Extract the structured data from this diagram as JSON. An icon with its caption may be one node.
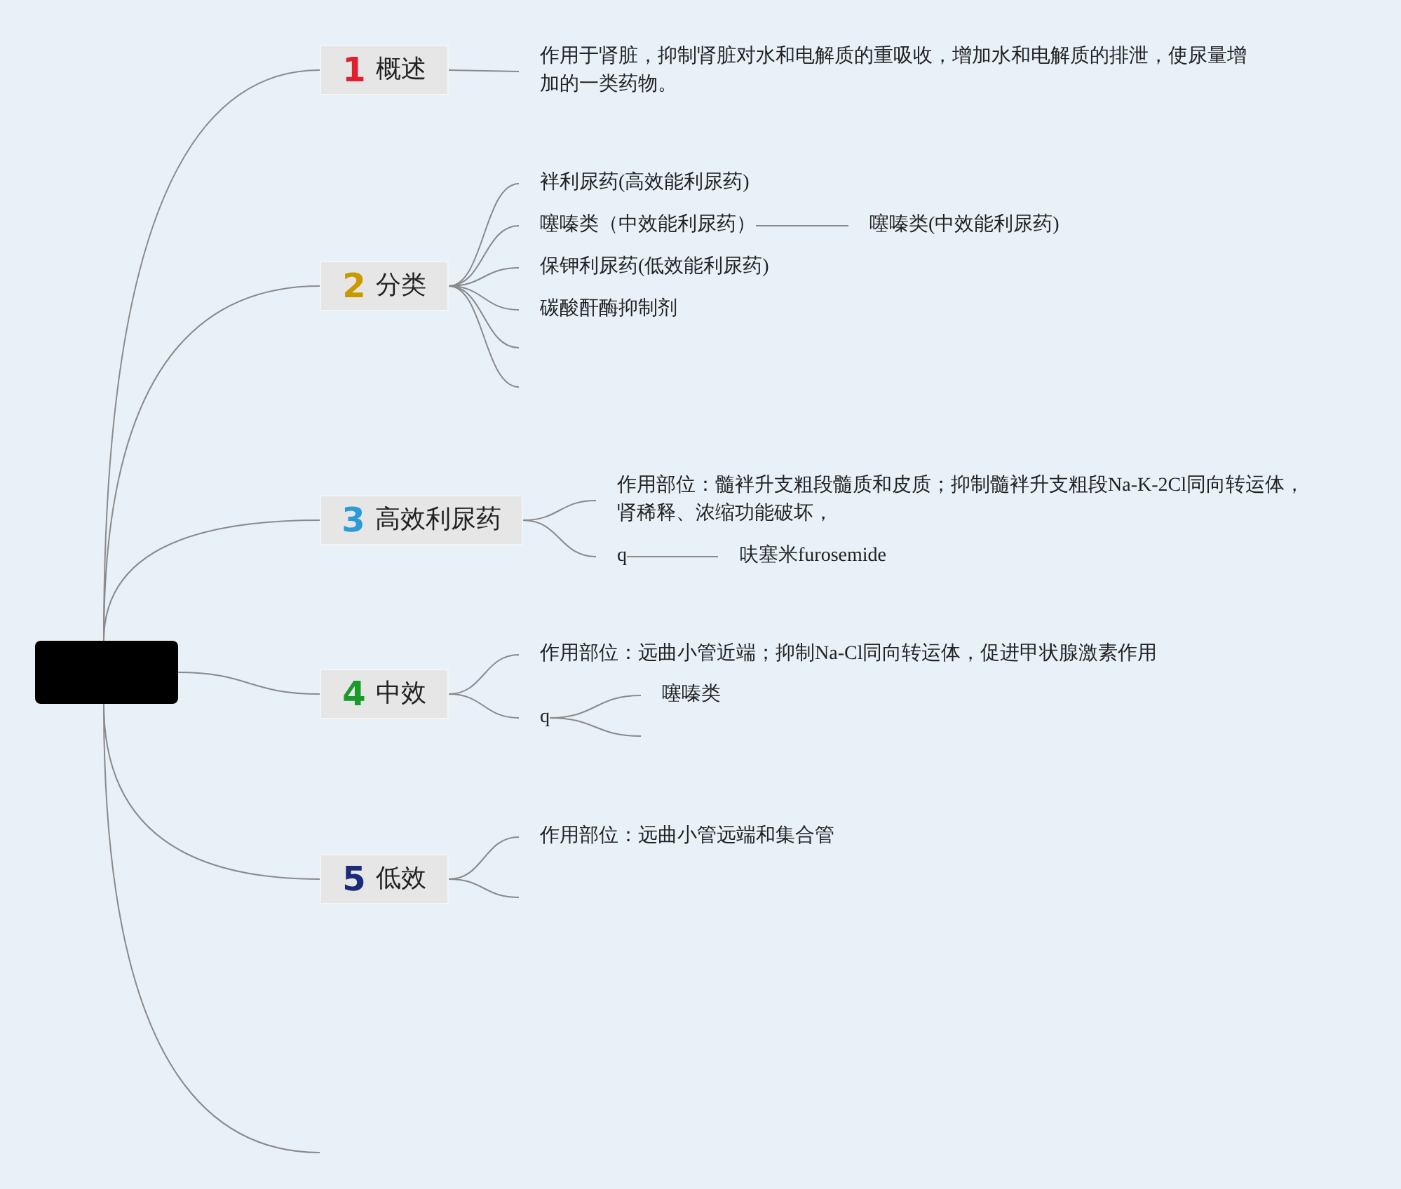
{
  "diagram": {
    "nodes": [
      {
        "text": [],
        "shape": "box"
      },
      {
        "text": [
          "1",
          "概述"
        ]
      },
      {
        "text": [
          "作用于肾脏，抑制肾脏对水和电解质的重吸收，增加水和电解质的排泄，使尿量增加的一类药物。"
        ]
      },
      {
        "text": [
          "2",
          "分类"
        ]
      },
      {
        "text": [
          "袢利尿药(高效能利尿药)"
        ]
      },
      {
        "text": [
          "噻嗪类（中效能利尿药）"
        ]
      },
      {
        "text": [
          "噻嗪类(中效能利尿药)"
        ]
      },
      {
        "text": [
          "保钾利尿药(低效能利尿药)"
        ]
      },
      {
        "text": [
          "碳酸酐酶抑制剂"
        ]
      },
      {
        "text": [
          "3",
          "高效利尿药"
        ]
      },
      {
        "text": [
          "作用部位：髓袢升支粗段髓质和皮质；抑制髓袢升支粗段Na-K-2Cl同向转运体，肾稀释、浓缩功能破坏，"
        ]
      },
      {
        "text": [
          "q"
        ]
      },
      {
        "text": [
          "呋塞米furosemide"
        ]
      },
      {
        "text": [
          "4",
          "中效"
        ]
      },
      {
        "text": [
          "作用部位：远曲小管近端；抑制Na-Cl同向转运体，促进甲状腺激素作用"
        ]
      },
      {
        "text": [
          "q"
        ]
      },
      {
        "text": [
          "噻嗪类"
        ]
      },
      {
        "text": [
          "5",
          "低效"
        ]
      },
      {
        "text": [
          "作用部位：远曲小管远端和集合管"
        ]
      }
    ],
    "edges": [
      {
        "from": 0,
        "to": 1,
        "arrow": "none"
      },
      {
        "from": 1,
        "to": 2,
        "arrow": "none"
      },
      {
        "from": 0,
        "to": 3,
        "arrow": "none"
      },
      {
        "from": 3,
        "to": 4,
        "arrow": "none"
      },
      {
        "from": 3,
        "to": 5,
        "arrow": "none"
      },
      {
        "from": 5,
        "to": 6,
        "arrow": "none"
      },
      {
        "from": 3,
        "to": 7,
        "arrow": "none"
      },
      {
        "from": 3,
        "to": 8,
        "arrow": "none"
      },
      {
        "from": 3,
        "to": null,
        "arrow": "none"
      },
      {
        "from": 3,
        "to": null,
        "arrow": "none"
      },
      {
        "from": 0,
        "to": 9,
        "arrow": "none"
      },
      {
        "from": 9,
        "to": 10,
        "arrow": "none"
      },
      {
        "from": 9,
        "to": 11,
        "arrow": "none"
      },
      {
        "from": 11,
        "to": 12,
        "arrow": "none"
      },
      {
        "from": 0,
        "to": 13,
        "arrow": "none"
      },
      {
        "from": 13,
        "to": 14,
        "arrow": "none"
      },
      {
        "from": 13,
        "to": 15,
        "arrow": "none"
      },
      {
        "from": 15,
        "to": 16,
        "arrow": "none"
      },
      {
        "from": 15,
        "to": null,
        "arrow": "none"
      },
      {
        "from": 0,
        "to": 17,
        "arrow": "none"
      },
      {
        "from": 17,
        "to": 18,
        "arrow": "none"
      },
      {
        "from": 17,
        "to": null,
        "arrow": "none"
      },
      {
        "from": 0,
        "to": null,
        "arrow": "none"
      }
    ]
  }
}
